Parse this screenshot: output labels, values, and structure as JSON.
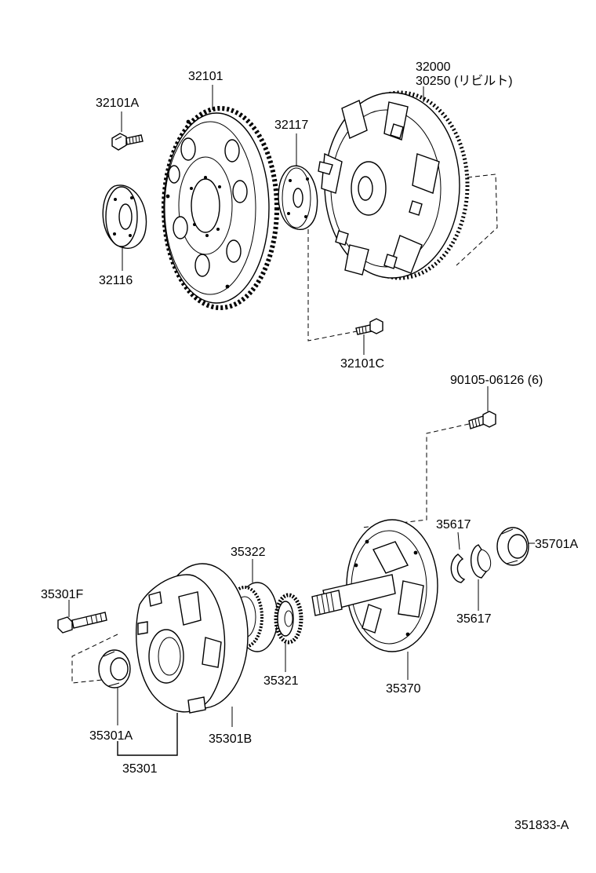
{
  "labels": {
    "p32101A": "32101A",
    "p32101": "32101",
    "p32116": "32116",
    "p32117": "32117",
    "p32000": "32000",
    "p30250": "30250 (リビルト)",
    "p32101C": "32101C",
    "p90105": "90105-06126 (6)",
    "p35617a": "35617",
    "p35701A": "35701A",
    "p35617b": "35617",
    "p35322": "35322",
    "p35301F": "35301F",
    "p35321": "35321",
    "p35370": "35370",
    "p35301A": "35301A",
    "p35301B": "35301B",
    "p35301": "35301",
    "figure_code": "351833-A"
  }
}
